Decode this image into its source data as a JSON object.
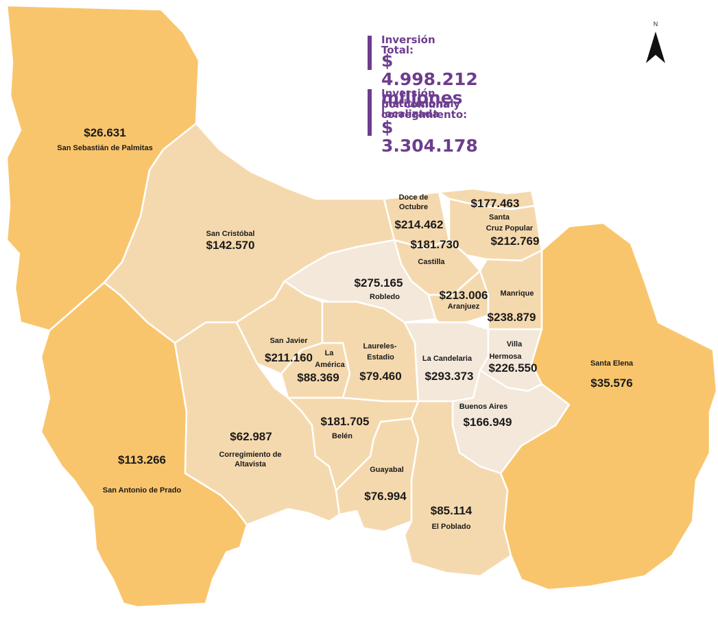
{
  "colors": {
    "outer": "#f9c56c",
    "middle": "#f5d9ae",
    "inner": "#f3e8da",
    "accent": "#6c3d8e",
    "border": "#ffffff"
  },
  "legend": {
    "total_label": "Inversión Total:",
    "total_value": "$ 4.998.212 millones",
    "institutional_label_line1": "Inversión Institucional localizada",
    "institutional_label_line2": "por comuna y corregimiento:",
    "institutional_value": "$ 3.304.178"
  },
  "north_arrow": {
    "letter": "N",
    "icon": "north-arrow-icon"
  },
  "regions": [
    {
      "id": "san-sebastian",
      "name": "San Sebastián de Palmitas",
      "value": "$26.631",
      "tone": "outer"
    },
    {
      "id": "san-cristobal",
      "name": "San Cristóbal",
      "value": "$142.570",
      "tone": "middle"
    },
    {
      "id": "san-antonio",
      "name": "San Antonio de Prado",
      "value": "$113.266",
      "tone": "outer"
    },
    {
      "id": "altavista",
      "name1": "Corregimiento de",
      "name2": "Altavista",
      "value": "$62.987",
      "tone": "middle"
    },
    {
      "id": "santa-elena",
      "name": "Santa Elena",
      "value": "$35.576",
      "tone": "outer"
    },
    {
      "id": "doce-octubre",
      "name1": "Doce de",
      "name2": "Octubre",
      "value": "$214.462",
      "tone": "middle"
    },
    {
      "id": "popular",
      "name": "",
      "value": "$177.463",
      "tone": "middle"
    },
    {
      "id": "santa-cruz",
      "name1": "Santa",
      "name2": "Cruz Popular",
      "value": "$212.769",
      "tone": "middle"
    },
    {
      "id": "castilla",
      "name": "Castilla",
      "value": "$181.730",
      "tone": "middle"
    },
    {
      "id": "robledo",
      "name": "Robledo",
      "value": "$275.165",
      "tone": "inner"
    },
    {
      "id": "aranjuez",
      "name": "Aranjuez",
      "value": "$213.006",
      "tone": "middle"
    },
    {
      "id": "manrique",
      "name": "Manrique",
      "value": "$238.879",
      "tone": "middle"
    },
    {
      "id": "san-javier",
      "name": "San Javier",
      "value": "$211.160",
      "tone": "middle"
    },
    {
      "id": "la-america",
      "name1": "La",
      "name2": "América",
      "value": "$88.369",
      "tone": "middle"
    },
    {
      "id": "laureles",
      "name1": "Laureles-",
      "name2": "Estadio",
      "value": "$79.460",
      "tone": "middle"
    },
    {
      "id": "candelaria",
      "name": "La Candelaria",
      "value": "$293.373",
      "tone": "inner"
    },
    {
      "id": "villa-hermosa",
      "name1": "Villa",
      "name2": "Hermosa",
      "value": "$226.550",
      "tone": "inner"
    },
    {
      "id": "buenos-aires",
      "name": "Buenos Aires",
      "value": "$166.949",
      "tone": "inner"
    },
    {
      "id": "belen",
      "name": "Belén",
      "value": "$181.705",
      "tone": "middle"
    },
    {
      "id": "guayabal",
      "name": "Guayabal",
      "value": "$76.994",
      "tone": "middle"
    },
    {
      "id": "el-poblado",
      "name": "El Poblado",
      "value": "$85.114",
      "tone": "middle"
    }
  ]
}
